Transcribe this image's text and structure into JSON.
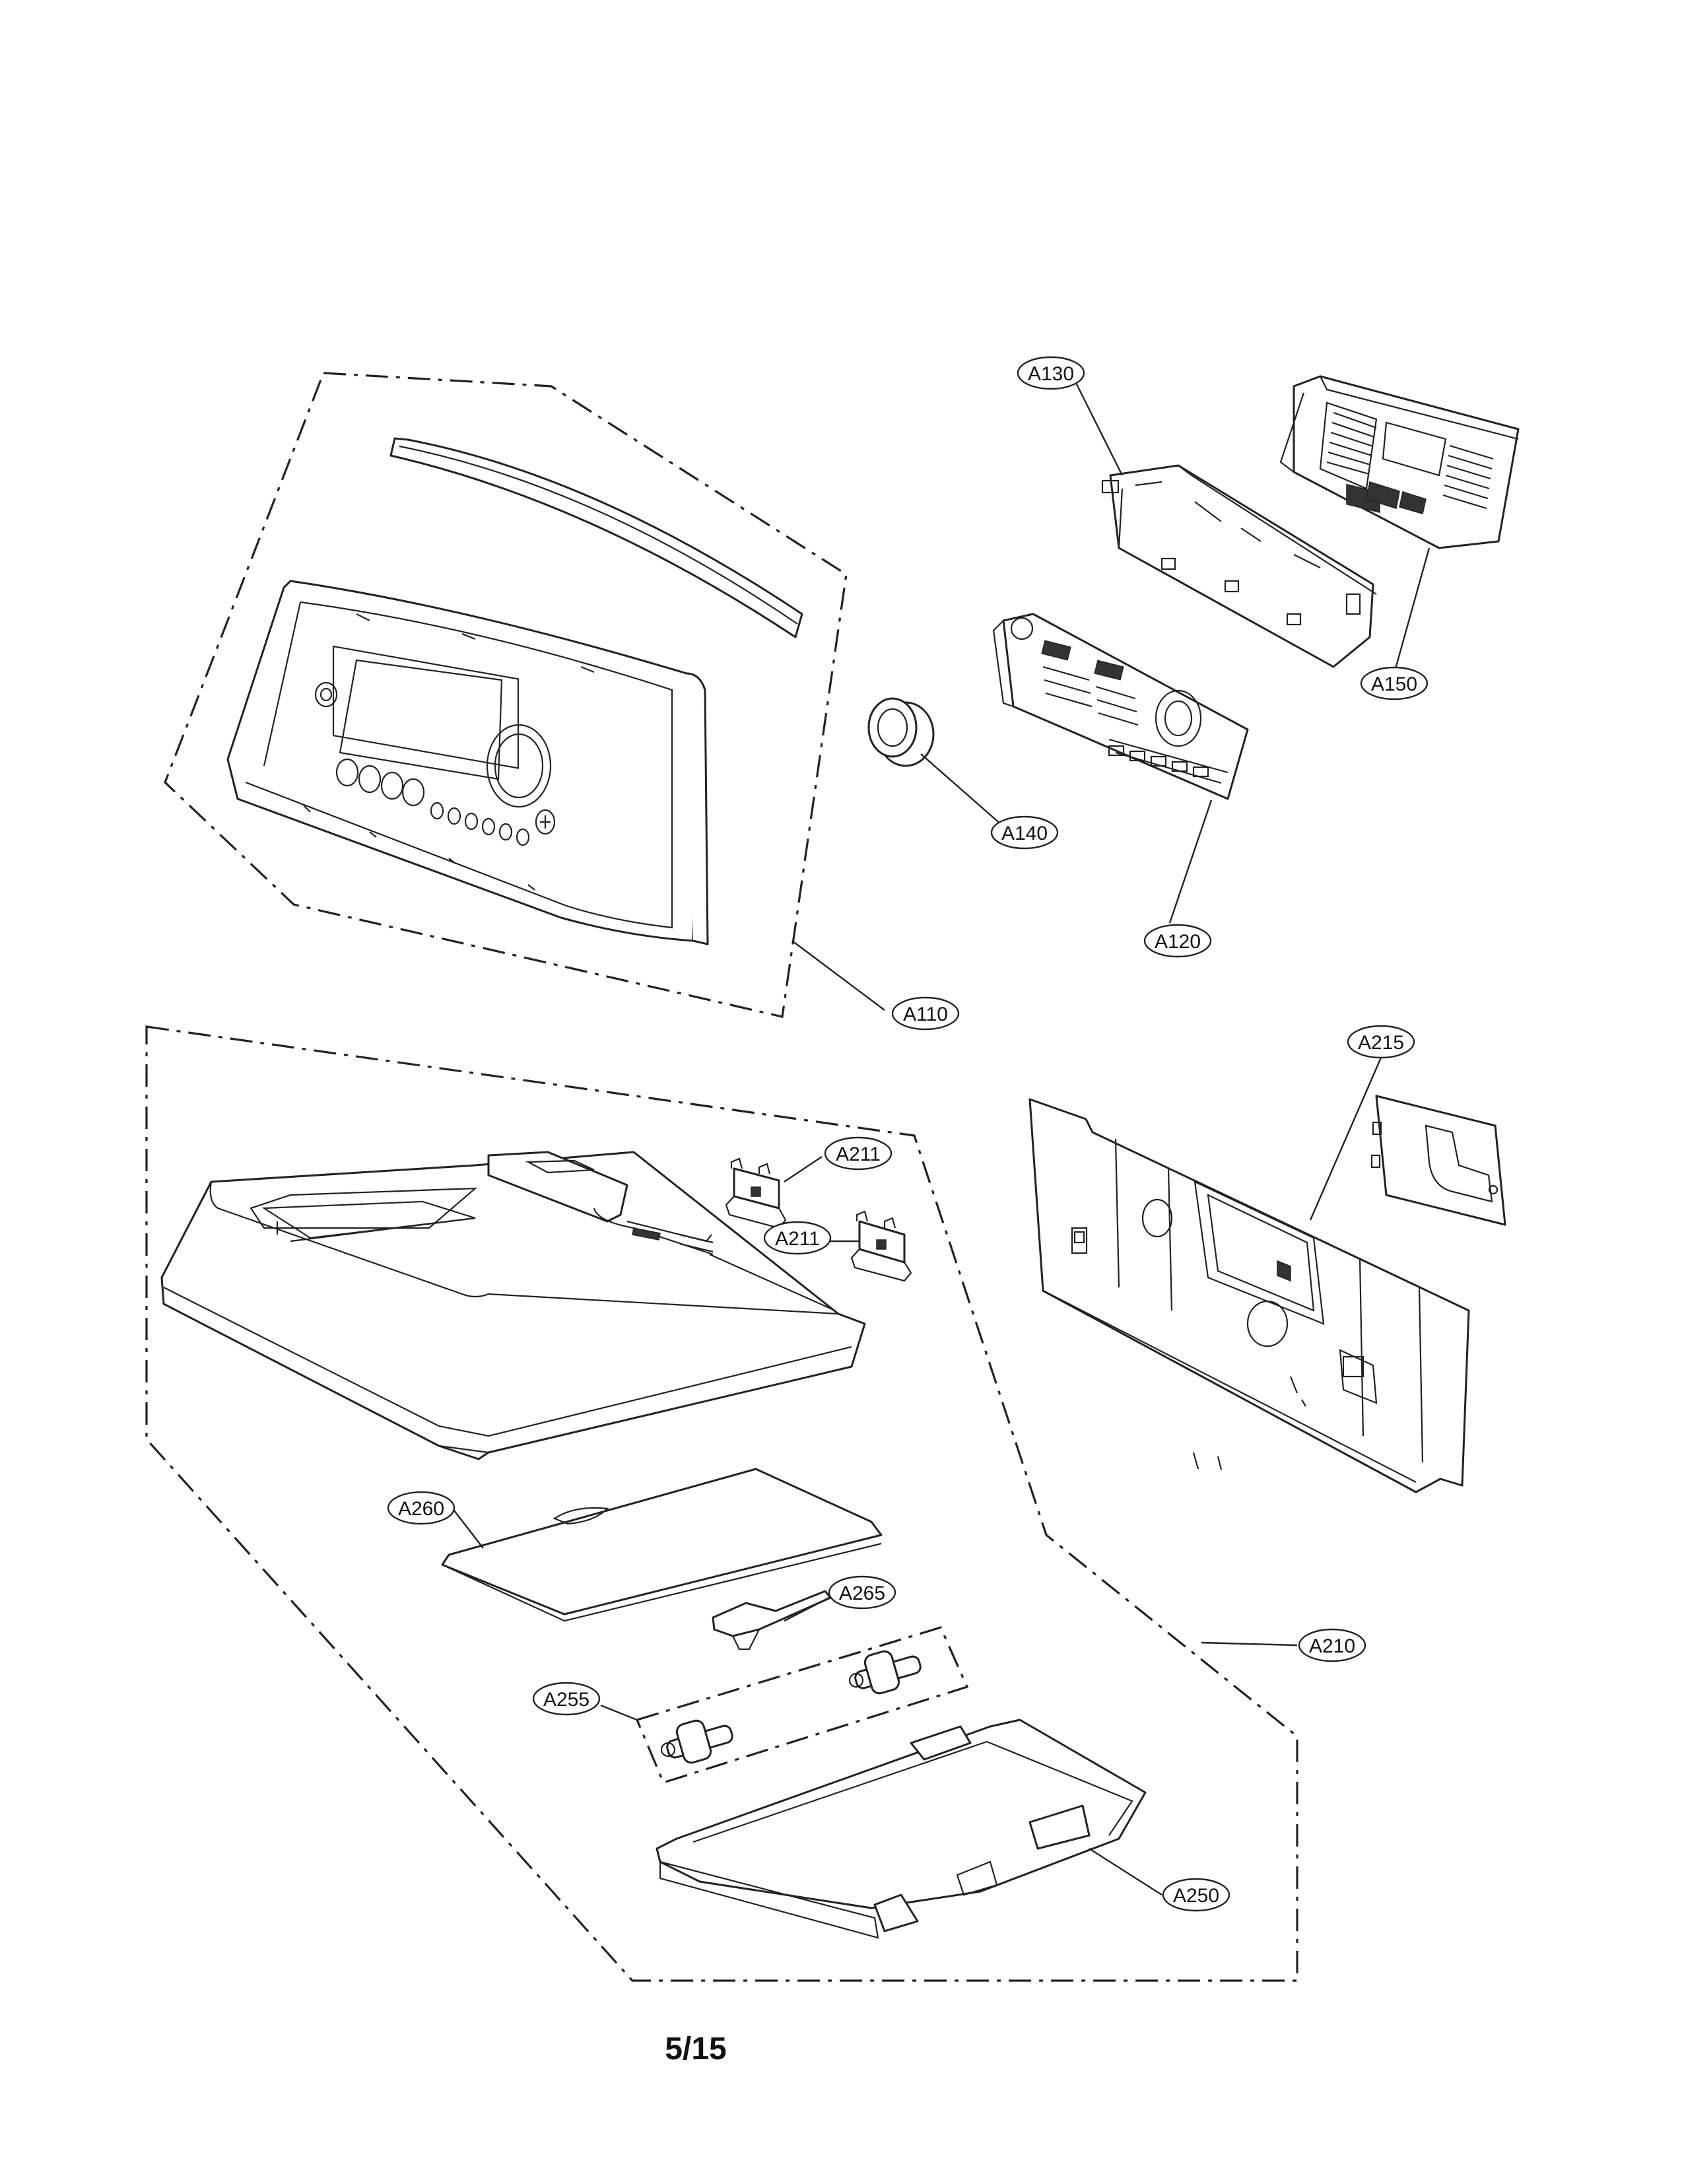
{
  "page_number": "5/15",
  "callouts": [
    {
      "id": "a130",
      "label": "A130"
    },
    {
      "id": "a150",
      "label": "A150"
    },
    {
      "id": "a140",
      "label": "A140"
    },
    {
      "id": "a120",
      "label": "A120"
    },
    {
      "id": "a110",
      "label": "A110"
    },
    {
      "id": "a215",
      "label": "A215"
    },
    {
      "id": "a211-top",
      "label": "A211"
    },
    {
      "id": "a211-bottom",
      "label": "A211"
    },
    {
      "id": "a260",
      "label": "A260"
    },
    {
      "id": "a265",
      "label": "A265"
    },
    {
      "id": "a210",
      "label": "A210"
    },
    {
      "id": "a255",
      "label": "A255"
    },
    {
      "id": "a250",
      "label": "A250"
    }
  ]
}
